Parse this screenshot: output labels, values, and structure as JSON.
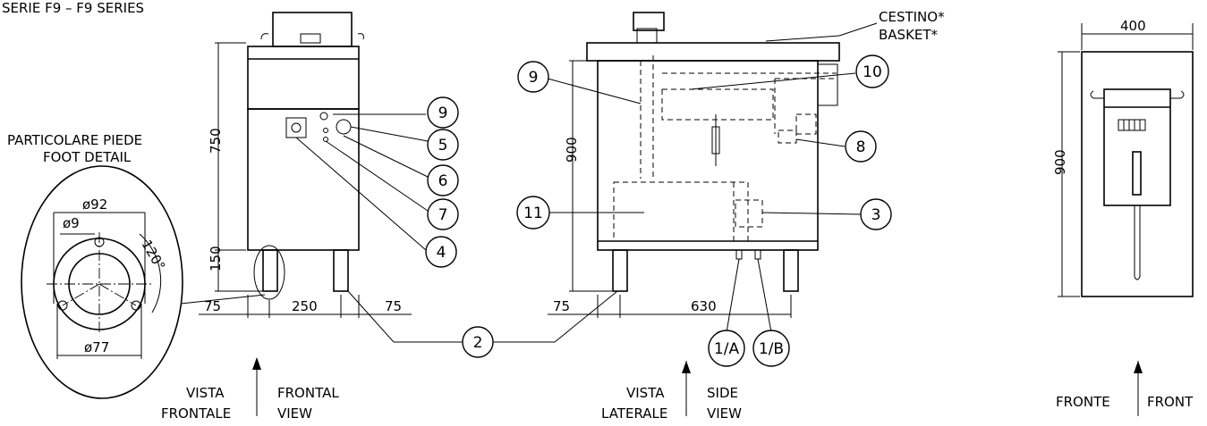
{
  "series_title": "SERIE F9 – F9 SERIES",
  "foot_detail": {
    "title_it": "PARTICOLARE PIEDE",
    "title_en": "FOOT DETAIL",
    "dim_outer": "ø92",
    "dim_hole": "ø9",
    "dim_inner": "ø77",
    "angle": "120°"
  },
  "front_view": {
    "height_dim": "750",
    "foot_dim": "150",
    "width_dim": "250",
    "left_offset": "75",
    "right_offset": "75",
    "caption_it_1": "VISTA",
    "caption_it_2": "FRONTALE",
    "caption_en_1": "FRONTAL",
    "caption_en_2": "VIEW"
  },
  "side_view": {
    "height_dim": "900",
    "depth_dim": "630",
    "left_offset": "75",
    "basket_it": "CESTINO*",
    "basket_en": "BASKET*",
    "caption_it_1": "VISTA",
    "caption_it_2": "LATERALE",
    "caption_en_1": "SIDE",
    "caption_en_2": "VIEW"
  },
  "top_view": {
    "width_dim": "400",
    "depth_dim": "900",
    "caption_it": "FRONTE",
    "caption_en": "FRONT"
  },
  "balloons": [
    "9",
    "5",
    "6",
    "7",
    "4",
    "2",
    "9",
    "10",
    "8",
    "11",
    "3",
    "1/A",
    "1/B"
  ]
}
